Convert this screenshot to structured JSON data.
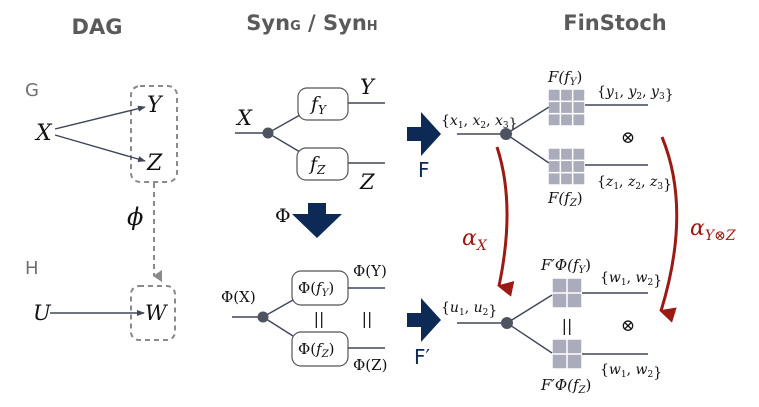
{
  "headers": {
    "dag": "DAG",
    "syn": {
      "left_main": "Syn",
      "left_sub": "G",
      "sep": " / ",
      "right_main": "Syn",
      "right_sub": "H"
    },
    "finstoch": "FinStoch"
  },
  "dag": {
    "graph_g": {
      "label": "G",
      "nodes": [
        "X",
        "Y",
        "Z"
      ],
      "edges": [
        [
          "X",
          "Y"
        ],
        [
          "X",
          "Z"
        ]
      ]
    },
    "map_label": "ϕ",
    "graph_h": {
      "label": "H",
      "nodes": [
        "U",
        "W"
      ],
      "edges": [
        [
          "U",
          "W"
        ]
      ]
    }
  },
  "syn": {
    "top": {
      "input": "X",
      "box_y": {
        "f": "f",
        "sub": "Y"
      },
      "box_z": {
        "f": "f",
        "sub": "Z"
      },
      "out_y": "Y",
      "out_z": "Z"
    },
    "functor_label": "Φ",
    "bottom": {
      "input": "Φ(X)",
      "box_y": {
        "pre": "Φ(",
        "f": "f",
        "sub": "Y",
        "post": ")"
      },
      "box_z": {
        "pre": "Φ(",
        "f": "f",
        "sub": "Z",
        "post": ")"
      },
      "out_y": "Φ(Y)",
      "out_z": "Φ(Z)",
      "equals_boxes": "||",
      "equals_outputs": "||"
    }
  },
  "functors": {
    "top": "F",
    "bottom": "F′"
  },
  "finstoch": {
    "top": {
      "input_set": {
        "open": "{",
        "items": [
          {
            "v": "x",
            "i": "1"
          },
          {
            "v": "x",
            "i": "2"
          },
          {
            "v": "x",
            "i": "3"
          }
        ],
        "close": "}"
      },
      "matrix_y_label": {
        "pre": "F(",
        "f": "f",
        "sub": "Y",
        "post": ")"
      },
      "matrix_z_label": {
        "pre": "F(",
        "f": "f",
        "sub": "Z",
        "post": ")"
      },
      "matrix_size": [
        3,
        3
      ],
      "out_y_set": {
        "open": "{",
        "items": [
          {
            "v": "y",
            "i": "1"
          },
          {
            "v": "y",
            "i": "2"
          },
          {
            "v": "y",
            "i": "3"
          }
        ],
        "close": "}"
      },
      "out_z_set": {
        "open": "{",
        "items": [
          {
            "v": "z",
            "i": "1"
          },
          {
            "v": "z",
            "i": "2"
          },
          {
            "v": "z",
            "i": "3"
          }
        ],
        "close": "}"
      },
      "tensor": "⊗"
    },
    "bottom": {
      "input_set": {
        "open": "{",
        "items": [
          {
            "v": "u",
            "i": "1"
          },
          {
            "v": "u",
            "i": "2"
          }
        ],
        "close": "}"
      },
      "matrix_y_label": {
        "pre": "F′Φ(",
        "f": "f",
        "sub": "Y",
        "post": ")"
      },
      "matrix_z_label": {
        "pre": "F′Φ(",
        "f": "f",
        "sub": "Z",
        "post": ")"
      },
      "matrix_size": [
        2,
        2
      ],
      "out_y_set": {
        "open": "{",
        "items": [
          {
            "v": "w",
            "i": "1"
          },
          {
            "v": "w",
            "i": "2"
          }
        ],
        "close": "}"
      },
      "out_z_set": {
        "open": "{",
        "items": [
          {
            "v": "w",
            "i": "1"
          },
          {
            "v": "w",
            "i": "2"
          }
        ],
        "close": "}"
      },
      "equals": "||",
      "tensor": "⊗"
    },
    "alpha_x": {
      "sym": "α",
      "sub": "X"
    },
    "alpha_yz": {
      "sym": "α",
      "sub": "Y⊗Z"
    }
  },
  "colors": {
    "navy": "#0d2a57",
    "red": "#9b1a14",
    "matrix": "#abacbb",
    "wire": "#3f4658",
    "header": "#5a5a5a"
  }
}
